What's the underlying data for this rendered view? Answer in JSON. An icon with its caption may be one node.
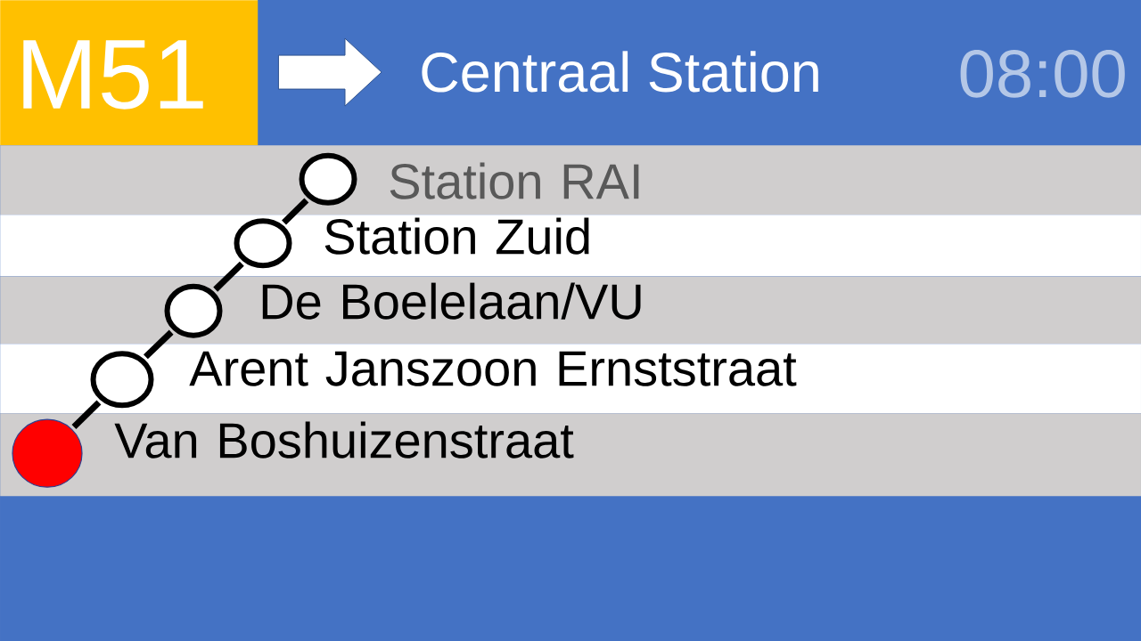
{
  "diagram": {
    "nodes": [
      {
        "text": [
          "M51"
        ]
      },
      {
        "text": [
          "Centraal Station"
        ]
      },
      {
        "text": [
          "Station RAI"
        ]
      },
      {
        "text": [],
        "shape": "circle",
        "in": 2
      },
      {
        "text": [
          "Station Zuid"
        ]
      },
      {
        "text": [],
        "shape": "circle",
        "in": 4
      },
      {
        "text": [
          "De Boelelaan/VU"
        ]
      },
      {
        "text": [],
        "shape": "circle",
        "in": 6
      },
      {
        "text": [
          "Arent Janszoon Ernststraat"
        ]
      },
      {
        "text": [],
        "shape": "circle",
        "in": 8
      },
      {
        "text": [
          "Van Boshuizenstraat"
        ]
      },
      {
        "text": [],
        "shape": "circle",
        "in": 10
      }
    ],
    "edges": [
      {
        "from": 0,
        "to": 1,
        "arrow": "to",
        "color": "#ffffff"
      },
      {
        "from": 11,
        "to": 9,
        "arrow": "none"
      },
      {
        "from": 9,
        "to": 7,
        "arrow": "none"
      },
      {
        "from": 7,
        "to": 5,
        "arrow": "none"
      },
      {
        "from": 5,
        "to": 3,
        "arrow": "none"
      }
    ],
    "labels": [
      "08:00"
    ]
  }
}
